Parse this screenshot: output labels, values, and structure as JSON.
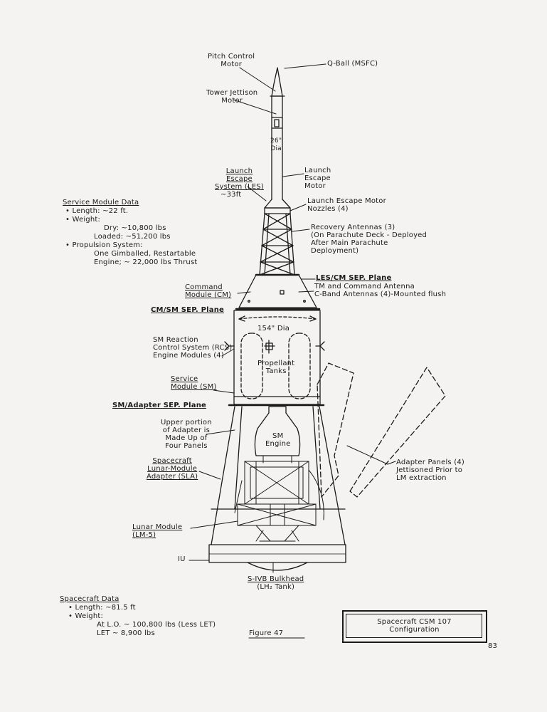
{
  "labels": {
    "pitch_control": [
      "Pitch Control",
      "Motor"
    ],
    "q_ball": "Q-Ball (MSFC)",
    "tower_jettison": [
      "Tower Jettison",
      "Motor"
    ],
    "dia_26": [
      "26\"",
      "Dia"
    ],
    "les_title": [
      "Launch",
      "Escape",
      "System (LES)"
    ],
    "les_size": "~33ft",
    "launch_escape_motor": [
      "Launch",
      "Escape",
      "Motor"
    ],
    "les_nozzles": [
      "Launch Escape Motor",
      "Nozzles (4)"
    ],
    "recovery_antennas": [
      "Recovery Antennas (3)",
      "(On Parachute Deck - Deployed",
      "After Main Parachute",
      "Deployment)"
    ],
    "les_cm_sep": "LES/CM SEP. Plane",
    "tm_antenna": [
      "TM and Command Antenna",
      "C-Band Antennas (4)-Mounted flush"
    ],
    "command_module": [
      "Command",
      "Module (CM)"
    ],
    "cm_sm_sep": "CM/SM SEP. Plane",
    "dia_154": "154\" Dia",
    "sm_rcs": [
      "SM Reaction",
      "Control System (RCS)",
      "Engine Modules (4)"
    ],
    "propellant_tanks": [
      "Propellant",
      "Tanks"
    ],
    "service_module": [
      "Service",
      "Module (SM)"
    ],
    "sm_adapter_sep": "SM/Adapter SEP. Plane",
    "upper_adapter": [
      "Upper portion",
      "of Adapter is",
      "Made Up of",
      "Four Panels"
    ],
    "sm_engine": [
      "SM",
      "Engine"
    ],
    "sla": [
      "Spacecraft",
      "Lunar-Module",
      "Adapter (SLA)"
    ],
    "adapter_panels": [
      "Adapter Panels (4)",
      "Jettisoned Prior to",
      "LM extraction"
    ],
    "lunar_module": [
      "Lunar Module",
      "(LM-5)"
    ],
    "iu": "IU",
    "s4b": [
      "S-IVB Bulkhead",
      "(LH₂ Tank)"
    ]
  },
  "service_module_data": {
    "title": "Service Module Data",
    "length": "• Length: ~22 ft.",
    "weight": "• Weight:",
    "dry": "Dry: ~10,800 lbs",
    "loaded": "Loaded: ~51,200 lbs",
    "propulsion": "• Propulsion System:",
    "engine1": "One Gimballed, Restartable",
    "engine2": "Engine; ~ 22,000 lbs Thrust"
  },
  "spacecraft_data": {
    "title": "Spacecraft Data",
    "length": "• Length: ~81.5 ft",
    "weight": "• Weight:",
    "at_lo": "At L.O. ~ 100,800 lbs (Less LET)",
    "let": "LET ~ 8,900 lbs"
  },
  "figure_label": "Figure 47",
  "caption": [
    "Spacecraft CSM 107",
    "Configuration"
  ],
  "page_number": "83"
}
